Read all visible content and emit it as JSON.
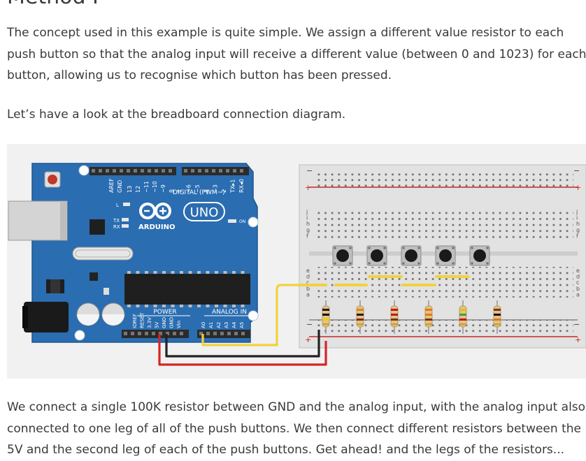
{
  "article": {
    "heading": "Method I",
    "paragraph1": [
      "The concept used in this example is quite simple. We assign a different value resistor to each",
      "push button so that the analog input will receive a different value (between 0 and 1023) for each",
      "button, allowing us to recognise which button has been pressed."
    ],
    "paragraph2": "Let’s have a look at the breadboard connection diagram.",
    "paragraph3": [
      "We connect a single 100K resistor between GND and the analog input, with the analog input also",
      "connected to one leg of all of the push buttons. We then connect different resistors between the",
      "5V and the second leg of each of the push buttons. Get ahead! and the legs of the resistors..."
    ]
  },
  "diagram": {
    "board": {
      "aref": "AREF",
      "gnd": "GND",
      "dpins": [
        "13",
        "12",
        "~11",
        "~10",
        "~9",
        "8",
        "7",
        "~6",
        "~5",
        "4",
        "~3",
        "2",
        "TX▸1",
        "RX◂0"
      ],
      "digital_label": "DIGITAL (PWM~)",
      "l": "L",
      "tx": "TX",
      "rx": "RX",
      "uno": "UNO",
      "brand": "ARDUINO",
      "on": "ON",
      "power_label": "POWER",
      "analog_label": "ANALOG IN",
      "ppins": [
        "IOREF",
        "RESET",
        "3.3V",
        "5V",
        "GND",
        "GND",
        "Vin"
      ],
      "apins": [
        "A0",
        "A1",
        "A2",
        "A3",
        "A4",
        "A5"
      ]
    },
    "breadboard": {
      "rows_top": [
        "j",
        "i",
        "h",
        "g",
        "f"
      ],
      "rows_bottom": [
        "e",
        "d",
        "c",
        "b",
        "a"
      ],
      "plus": "+",
      "minus": "−"
    },
    "wire_colors": {
      "signal": "#f2d23c",
      "ground": "#222222",
      "power": "#d42626"
    },
    "board_color": "#2a6db1",
    "resistors": [
      {
        "bands": [
          "#2b1a0f",
          "#111111",
          "#e9d20a"
        ]
      },
      {
        "bands": [
          "#d88a1a",
          "#2a1a10",
          "#8a2a0f"
        ]
      },
      {
        "bands": [
          "#c01a1a",
          "#c01a1a",
          "#7a3812"
        ]
      },
      {
        "bands": [
          "#e07a12",
          "#e07a12",
          "#7a3812"
        ]
      },
      {
        "bands": [
          "#e0c10a",
          "#3da23d",
          "#c01a1a"
        ]
      },
      {
        "bands": [
          "#7a3812",
          "#111111",
          "#e07a12"
        ]
      }
    ]
  }
}
